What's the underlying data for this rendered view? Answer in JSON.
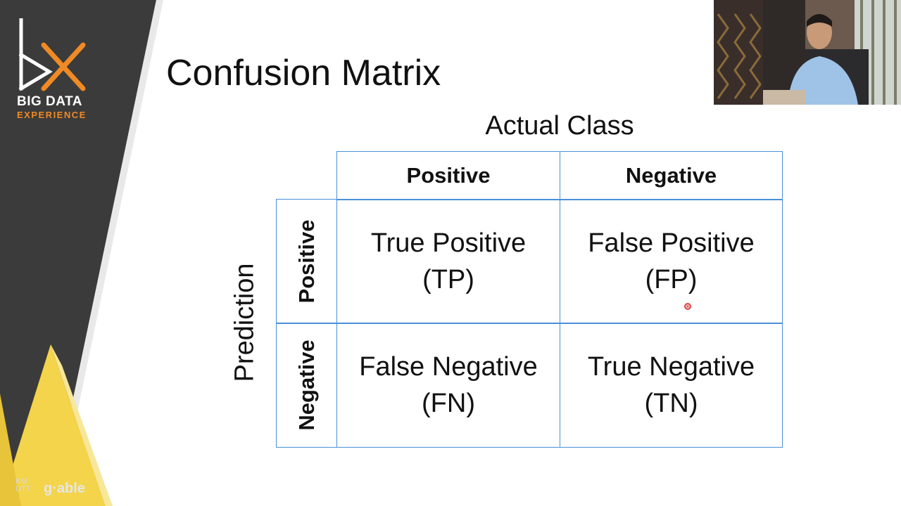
{
  "brand": {
    "name": "BIG DATA",
    "subtitle": "EXPERIENCE",
    "sponsor_a": "KM UTT",
    "sponsor_b": "g·able"
  },
  "slide": {
    "title": "Confusion Matrix",
    "actual_class_label": "Actual Class",
    "prediction_label": "Prediction",
    "column_headers": [
      "Positive",
      "Negative"
    ],
    "row_headers": [
      "Positive",
      "Negative"
    ],
    "cells": [
      [
        {
          "line1": "True Positive",
          "line2": "(TP)"
        },
        {
          "line1": "False Positive",
          "line2": "(FP)"
        }
      ],
      [
        {
          "line1": "False Negative",
          "line2": "(FN)"
        },
        {
          "line1": "True Negative",
          "line2": "(TN)"
        }
      ]
    ]
  },
  "colors": {
    "band_dark": "#3d3d3d",
    "accent_orange": "#f08a24",
    "accent_yellow": "#f3d44a",
    "grid_blue": "#4a90d9"
  },
  "icons": {
    "logo": "bx-logo-icon",
    "pointer": "laser-pointer-icon"
  }
}
